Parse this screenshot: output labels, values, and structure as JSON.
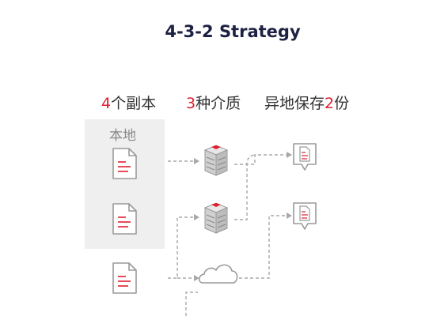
{
  "title": "4-3-2 Strategy",
  "columns": [
    {
      "num": "4",
      "text": "个副本"
    },
    {
      "num": "3",
      "text": "种介质"
    },
    {
      "pre": "异地保存",
      "num": "2",
      "text": "份"
    }
  ],
  "local_label": "本地",
  "colors": {
    "accent": "#e02030",
    "title": "#1d2142",
    "icon_stroke": "#9a9a9a",
    "box": "#efefef"
  },
  "icons": [
    "document-icon",
    "server-icon",
    "cloud-icon",
    "location-pin-document-icon"
  ]
}
